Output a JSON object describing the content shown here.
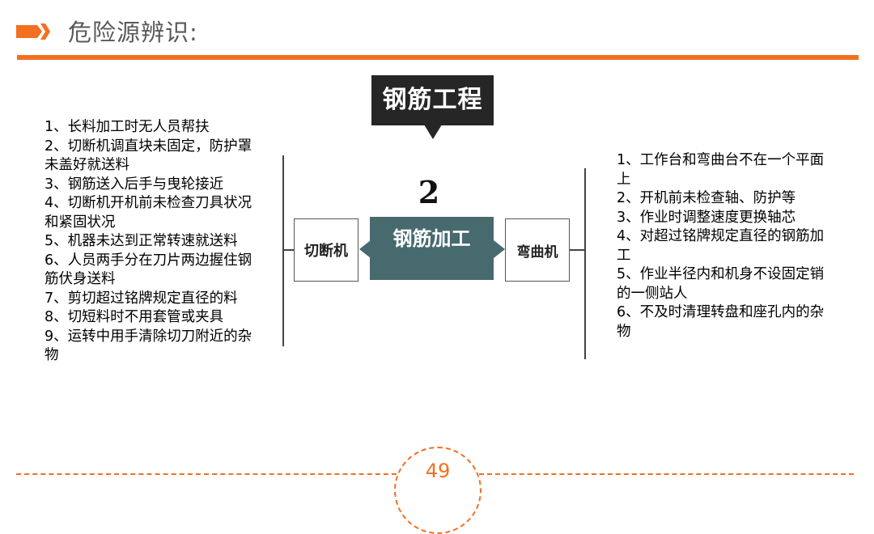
{
  "header": {
    "title": "危险源辨识:",
    "arrow_icon": "chevron-arrow-icon",
    "accent_color": "#f37021"
  },
  "diagram": {
    "top_label": "钢筋工程",
    "number": "2",
    "center_label": "钢筋加工",
    "left_machine": "切断机",
    "right_machine": "弯曲机",
    "center_color": "#476a6f",
    "top_color": "#262626"
  },
  "left_list": [
    "1、长料加工时无人员帮扶",
    "2、切断机调直块未固定，防护罩未盖好就送料",
    "3、钢筋送入后手与曳轮接近",
    "4、切断机开机前未检查刀具状况和紧固状况",
    "5、机器未达到正常转速就送料",
    "6、人员两手分在刀片两边握住钢筋伏身送料",
    "7、剪切超过铭牌规定直径的料",
    "8、切短料时不用套管或夹具",
    "9、运转中用手清除切刀附近的杂物"
  ],
  "right_list": [
    "1、工作台和弯曲台不在一个平面上",
    "2、开机前未检查轴、防护等",
    "3、作业时调整速度更换轴芯",
    "4、对超过铭牌规定直径的钢筋加工",
    "5、作业半径内和机身不设固定销的一侧站人",
    "6、不及时清理转盘和座孔内的杂物"
  ],
  "footer": {
    "page_number": "49"
  }
}
